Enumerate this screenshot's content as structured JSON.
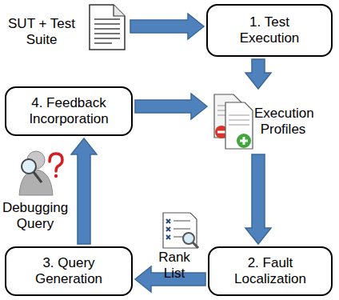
{
  "diagram": {
    "nodes": [
      {
        "text": [
          "SUT + Test Suite"
        ]
      },
      {
        "text": [
          "1. Test Execution"
        ]
      },
      {
        "text": [
          "Execution Profiles"
        ]
      },
      {
        "text": [
          "2. Fault Localization"
        ]
      },
      {
        "text": [
          "3. Query Generation"
        ]
      },
      {
        "text": [
          "4. Feedback Incorporation"
        ]
      }
    ],
    "edges": [
      {
        "from": 0,
        "to": 1,
        "arrow": "to"
      },
      {
        "from": 1,
        "to": 2,
        "arrow": "to"
      },
      {
        "from": 2,
        "to": 3,
        "arrow": "to"
      },
      {
        "from": 3,
        "to": 4,
        "label": "Rank List",
        "arrow": "to"
      },
      {
        "from": 4,
        "to": 5,
        "label": "Debugging Query",
        "arrow": "to"
      },
      {
        "from": 5,
        "to": 2,
        "arrow": "to"
      }
    ]
  }
}
